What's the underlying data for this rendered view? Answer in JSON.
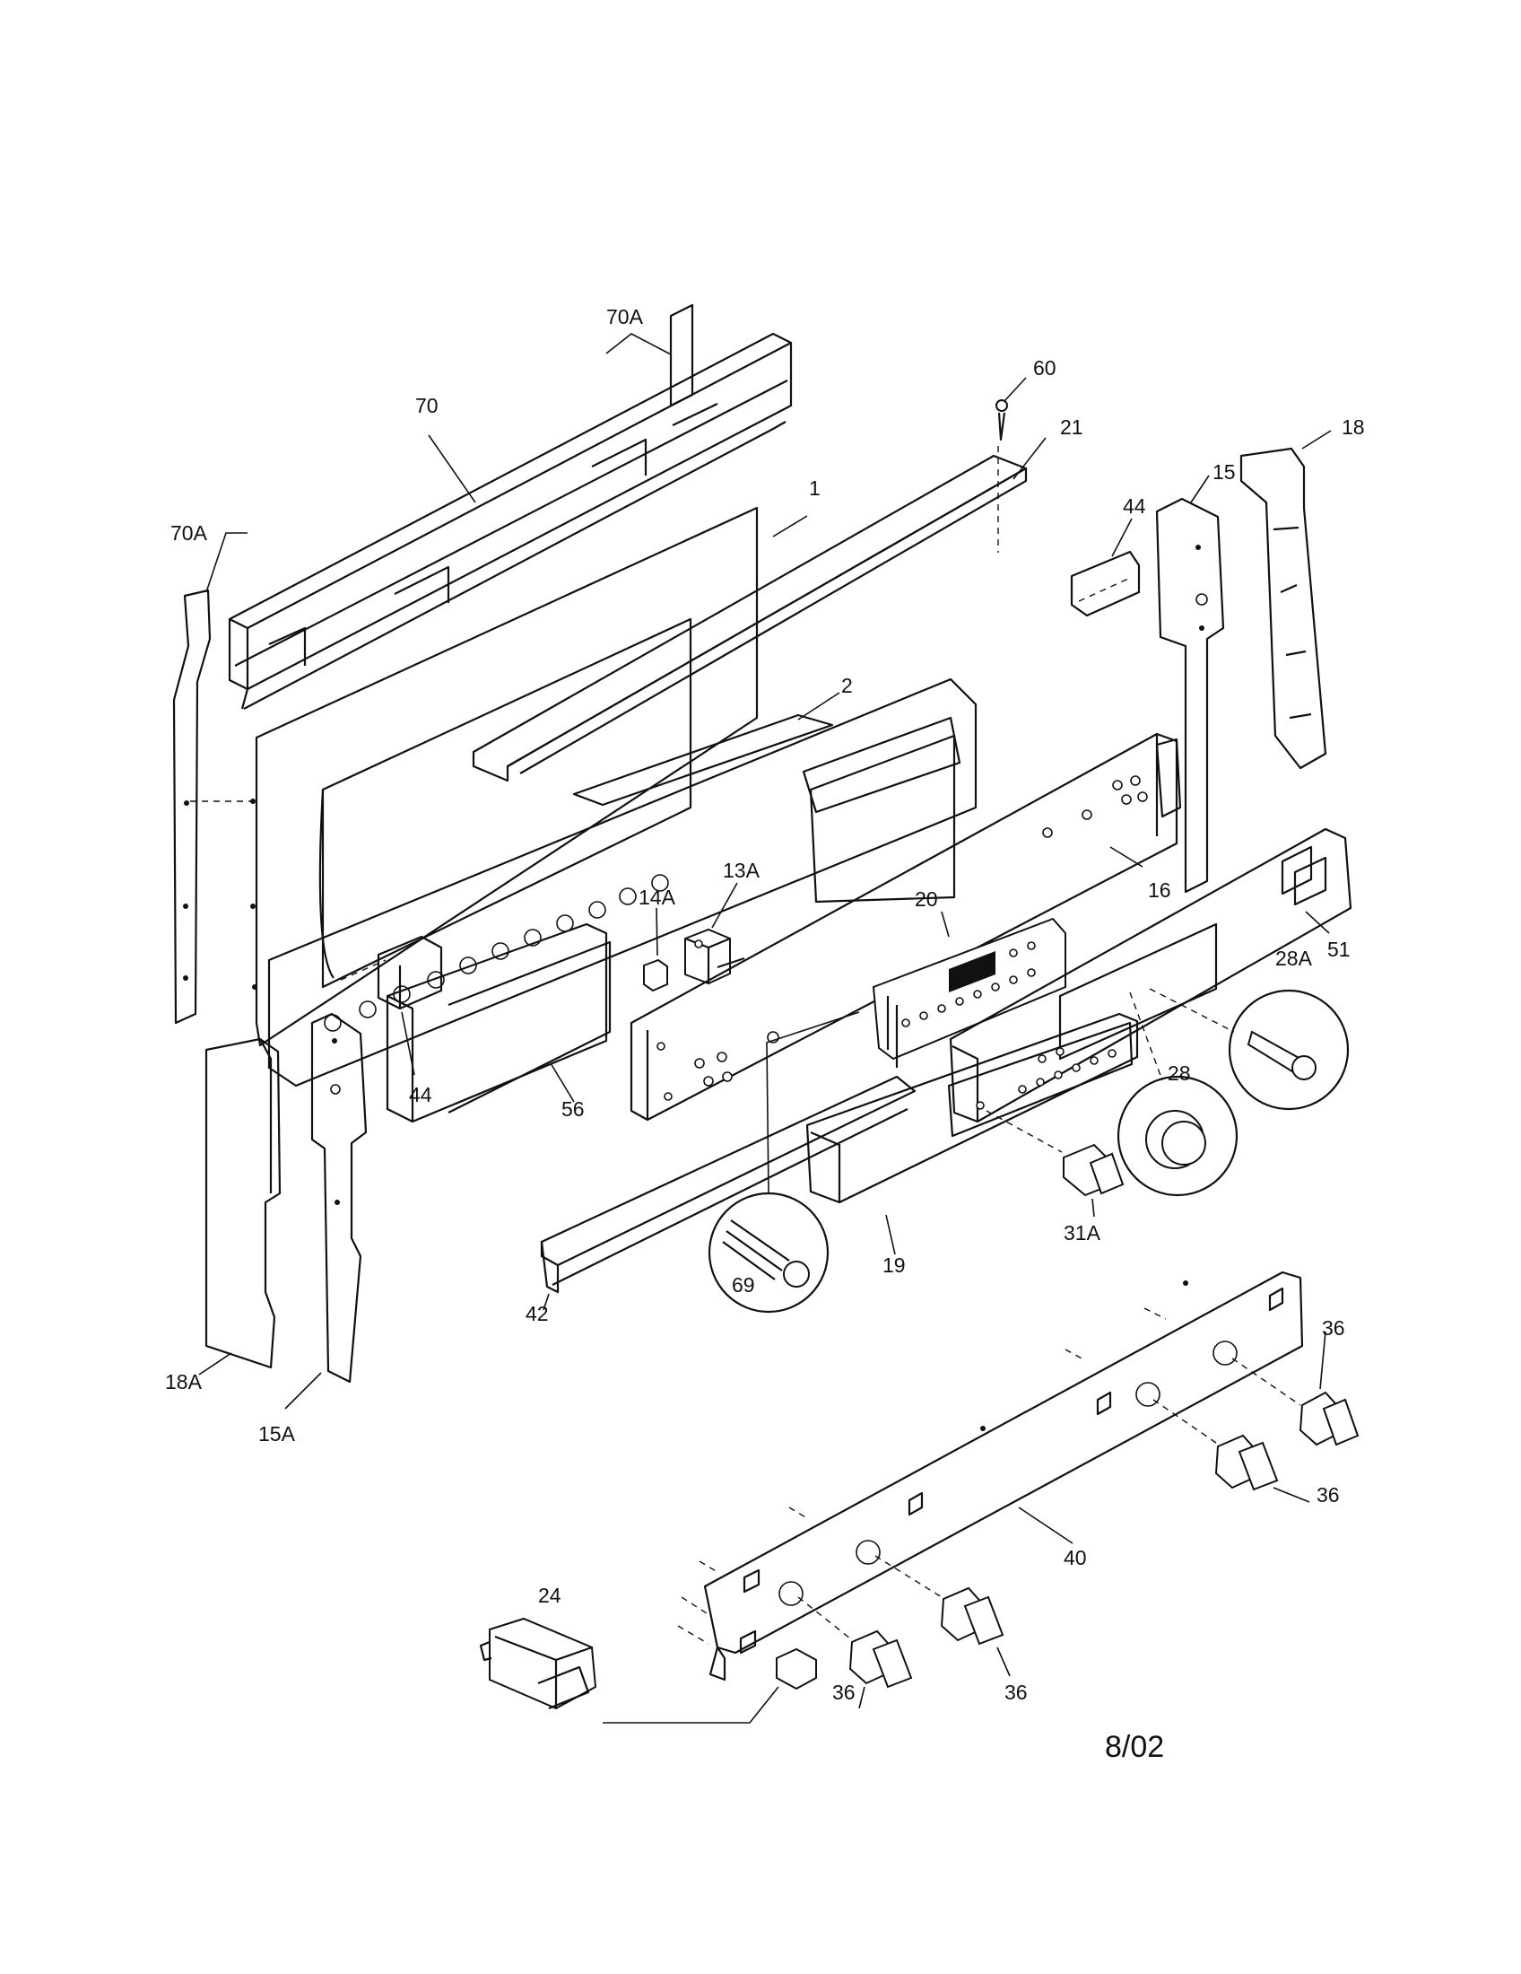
{
  "labels": {
    "l_70a_top": "70A",
    "l_70": "70",
    "l_60": "60",
    "l_21": "21",
    "l_18": "18",
    "l_70a_left": "70A",
    "l_1": "1",
    "l_44_top": "44",
    "l_15": "15",
    "l_2": "2",
    "l_14a": "14A",
    "l_13a": "13A",
    "l_20": "20",
    "l_16": "16",
    "l_51": "51",
    "l_28a": "28A",
    "l_28": "28",
    "l_44_bottom": "44",
    "l_56": "56",
    "l_31a": "31A",
    "l_19": "19",
    "l_69": "69",
    "l_42": "42",
    "l_18a": "18A",
    "l_15a": "15A",
    "l_36_a": "36",
    "l_36_b": "36",
    "l_40": "40",
    "l_24": "24",
    "l_36_c": "36",
    "l_36_d": "36"
  },
  "date_code": "8/02"
}
